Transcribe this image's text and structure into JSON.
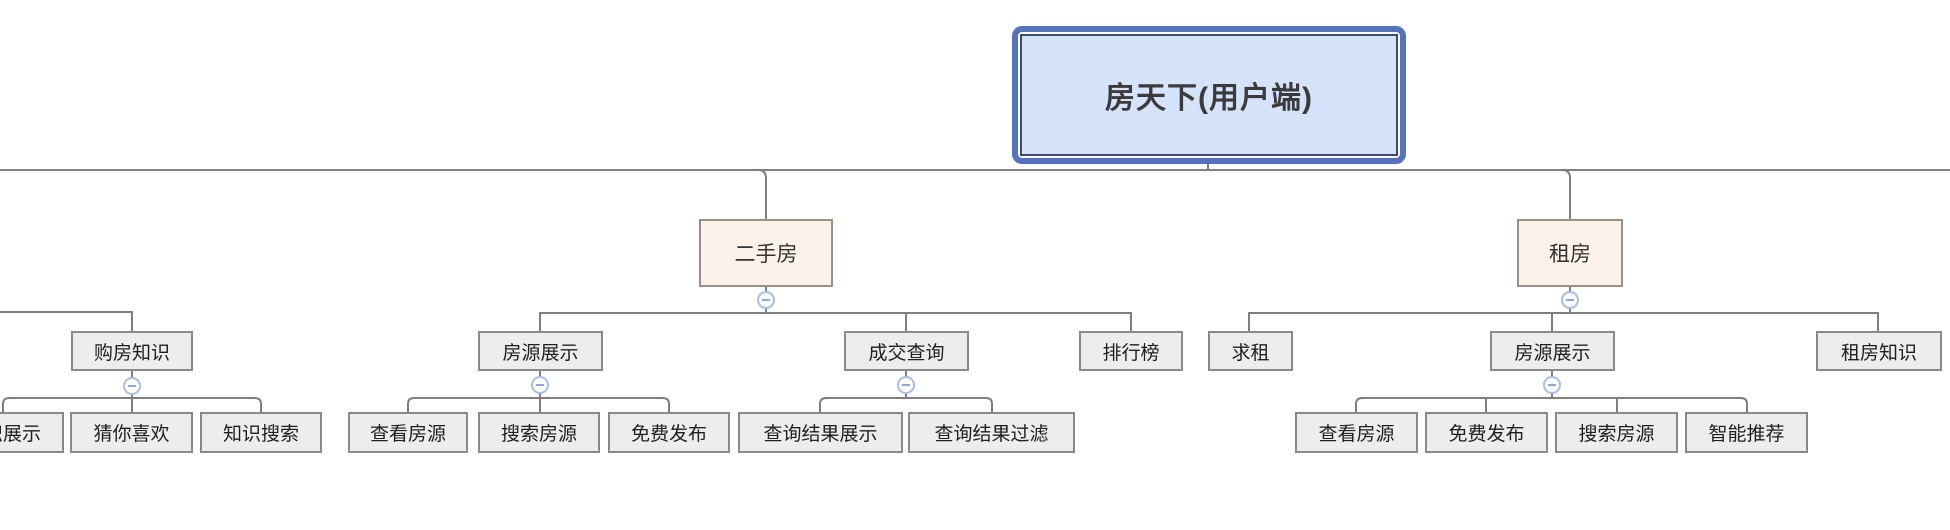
{
  "app": {
    "view": "mindmap-canvas",
    "title": "房天下(用户端)"
  },
  "mindmap": {
    "root": {
      "label": "房天下(用户端)",
      "collapsed": false
    },
    "branches": [
      {
        "note": "parent node cut off at left edge of screen",
        "children": [
          {
            "label": "购房知识",
            "collapsed": false,
            "children": [
              {
                "label": "知识展示"
              },
              {
                "label": "猜你喜欢"
              },
              {
                "label": "知识搜索"
              }
            ]
          }
        ]
      },
      {
        "label": "二手房",
        "collapsed": false,
        "children": [
          {
            "label": "房源展示",
            "collapsed": false,
            "children": [
              {
                "label": "查看房源"
              },
              {
                "label": "搜索房源"
              },
              {
                "label": "免费发布"
              }
            ]
          },
          {
            "label": "成交查询",
            "collapsed": false,
            "children": [
              {
                "label": "查询结果展示"
              },
              {
                "label": "查询结果过滤"
              }
            ]
          },
          {
            "label": "排行榜"
          }
        ]
      },
      {
        "label": "租房",
        "collapsed": false,
        "children": [
          {
            "label": "求租"
          },
          {
            "label": "房源展示",
            "collapsed": false,
            "children": [
              {
                "label": "查看房源"
              },
              {
                "label": "免费发布"
              },
              {
                "label": "搜索房源"
              },
              {
                "label": "智能推荐"
              }
            ]
          },
          {
            "label": "租房知识"
          }
        ]
      }
    ]
  },
  "icons": {
    "collapse": "minus-circle"
  },
  "colors": {
    "root_fill": "#d5e3fb",
    "root_outer_border": "#5373bd",
    "root_inner_border": "#3d4a6e",
    "branch_fill": "#fdf2e9",
    "branch_border": "#9a9186",
    "node_fill": "#ededed",
    "node_border": "#8a8a8a",
    "connector": "#7f7f7f",
    "collapse_border": "#a8bfe2",
    "collapse_glyph": "#8ea8d8"
  }
}
